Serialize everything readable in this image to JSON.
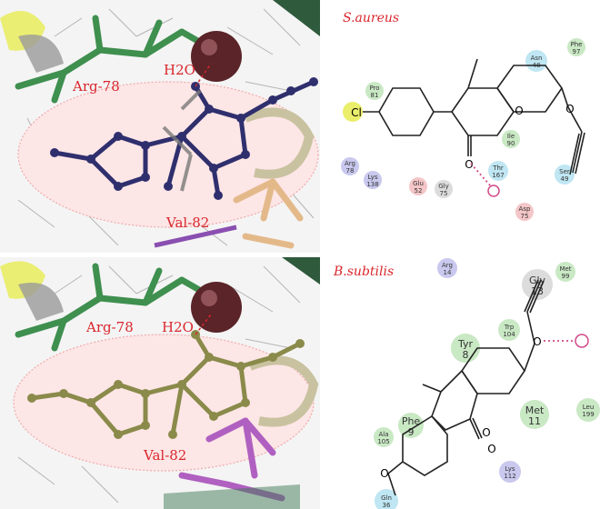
{
  "panels": {
    "top_left": {
      "residue_1": "Arg-78",
      "residue_2": "H2O",
      "residue_3": "Val-82"
    },
    "bottom_left": {
      "residue_1": "Arg-78",
      "residue_2": "H2O",
      "residue_3": "Val-82"
    },
    "top_right": {
      "organism": "S.aureus",
      "atoms": {
        "cl": "Cl",
        "o_ring": "O",
        "o_carbonyl": "O",
        "o_ether": "O"
      },
      "residues": [
        {
          "name": "Phe",
          "num": "97"
        },
        {
          "name": "Asn",
          "num": "48"
        },
        {
          "name": "Pro",
          "num": "81"
        },
        {
          "name": "Ile",
          "num": "90"
        },
        {
          "name": "Arg",
          "num": "78"
        },
        {
          "name": "Lys",
          "num": "138"
        },
        {
          "name": "Glu",
          "num": "52"
        },
        {
          "name": "Gly",
          "num": "75"
        },
        {
          "name": "Thr",
          "num": "167"
        },
        {
          "name": "Ser",
          "num": "49"
        },
        {
          "name": "Asp",
          "num": "75"
        }
      ]
    },
    "bottom_right": {
      "organism": "B.subtilis",
      "atoms": {
        "o_ring": "O",
        "o_carbonyl": "O",
        "o_ether": "O",
        "o_methoxy": "O"
      },
      "residues": [
        {
          "name": "Arg",
          "num": "14"
        },
        {
          "name": "Met",
          "num": "99"
        },
        {
          "name": "Gly",
          "num": "13"
        },
        {
          "name": "Trp",
          "num": "104"
        },
        {
          "name": "Tyr",
          "num": "8"
        },
        {
          "name": "Leu",
          "num": "199"
        },
        {
          "name": "Met",
          "num": "11"
        },
        {
          "name": "Phe",
          "num": "9"
        },
        {
          "name": "Ala",
          "num": "105"
        },
        {
          "name": "Lys",
          "num": "112"
        },
        {
          "name": "Gln",
          "num": "36"
        }
      ]
    }
  },
  "colors": {
    "label_red": "#d9262c",
    "hydrophobic_green": "#c9e8c4",
    "polar_cyan": "#bfe6f2",
    "positive_blue": "#c9c8ee",
    "negative_pink": "#f4c6c8",
    "glycine_gray": "#dcdcdc",
    "ligand_blue": "#2f2f6e",
    "ligand_olive": "#8a8a4a",
    "arg_green": "#3f8f4f",
    "halogen_yellow": "#e8ec5a"
  }
}
